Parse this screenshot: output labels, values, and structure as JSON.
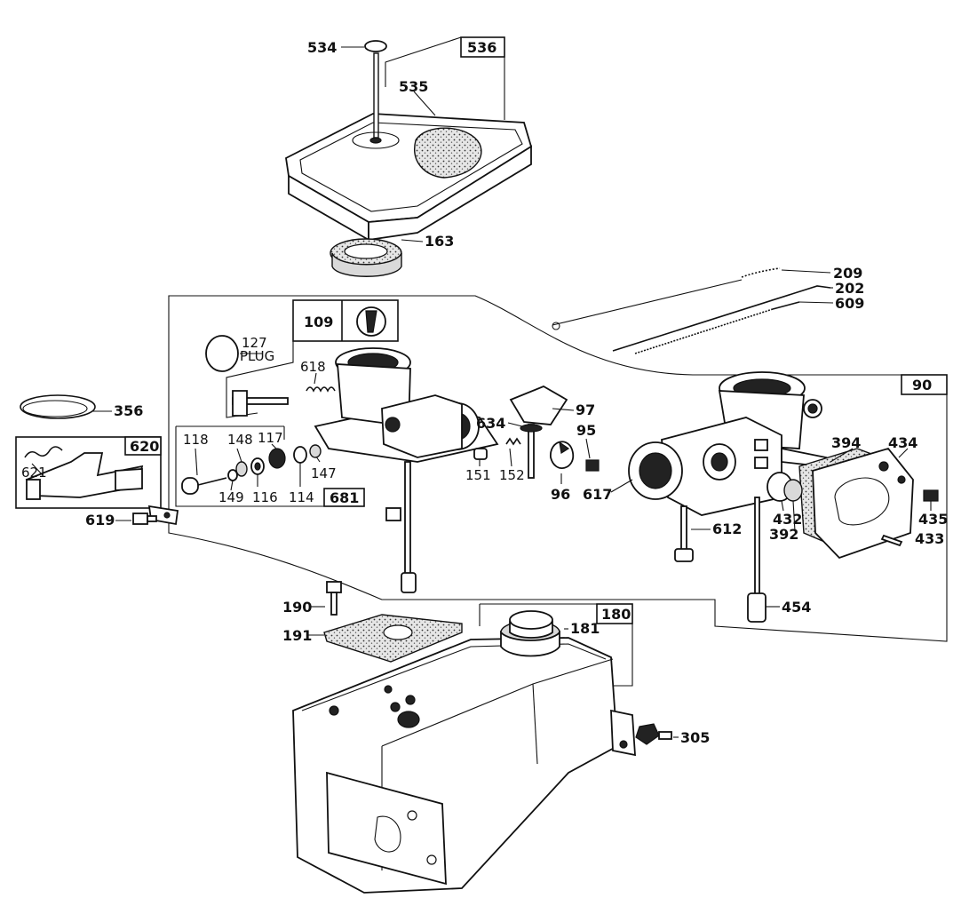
{
  "labels": {
    "p534": "534",
    "p536": "536",
    "p535": "535",
    "p163": "163",
    "p209": "209",
    "p202": "202",
    "p609": "609",
    "p109": "109",
    "p127": "127",
    "plug": "PLUG",
    "p618": "618",
    "p356": "356",
    "p620": "620",
    "p621": "621",
    "p619": "619",
    "p118": "118",
    "p148": "148",
    "p117": "117",
    "p147": "147",
    "p149": "149",
    "p116": "116",
    "p114": "114",
    "p681": "681",
    "p634": "634",
    "p97": "97",
    "p95": "95",
    "p151": "151",
    "p152": "152",
    "p96": "96",
    "p617": "617",
    "p612": "612",
    "p90": "90",
    "p394": "394",
    "p434": "434",
    "p432": "432",
    "p392": "392",
    "p435": "435",
    "p433": "433",
    "p454": "454",
    "p190": "190",
    "p191": "191",
    "p180": "180",
    "p181": "181",
    "p305": "305"
  }
}
